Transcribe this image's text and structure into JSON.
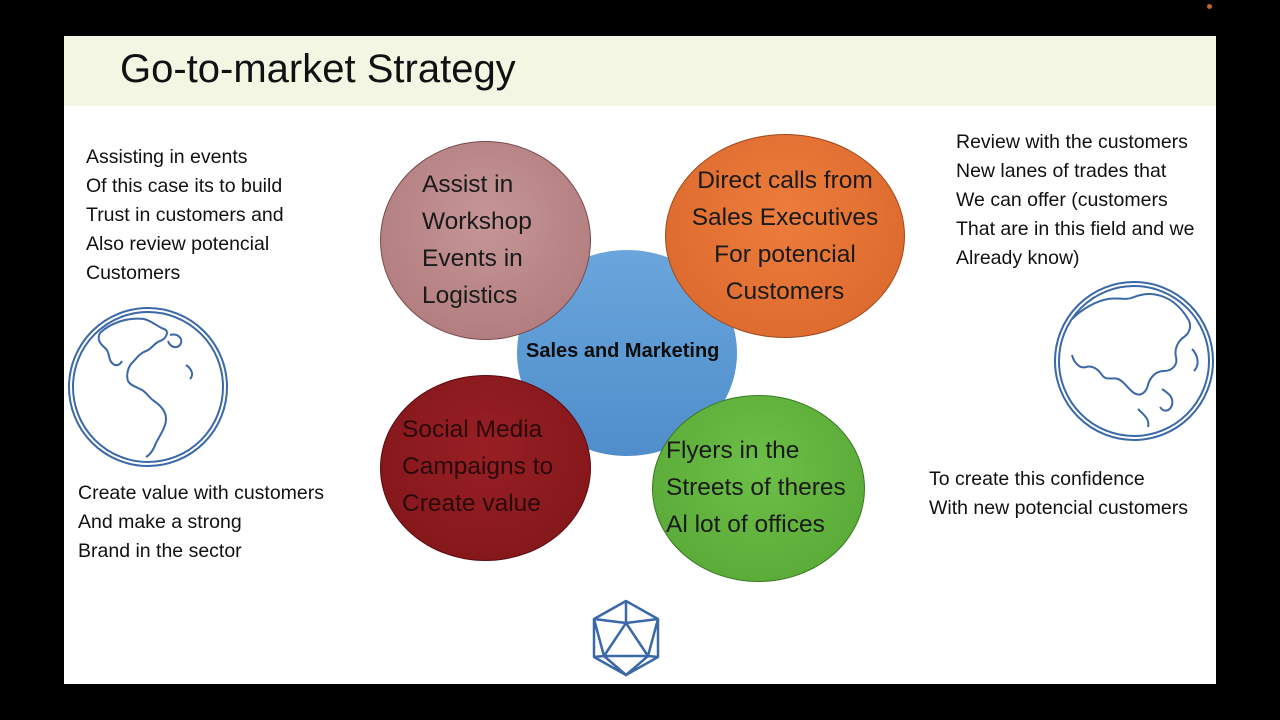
{
  "slide": {
    "title": "Go-to-market Strategy"
  },
  "diagram": {
    "center": {
      "label": "Sales and Marketing",
      "color": "#5b9bd5"
    },
    "nodes": [
      {
        "id": "workshop",
        "color": "#b88486",
        "lines": [
          "Assist in",
          "Workshop",
          "Events in",
          "Logistics"
        ]
      },
      {
        "id": "direct-calls",
        "color": "#e07030",
        "lines": [
          "Direct calls from",
          "Sales Executives",
          "For potencial",
          "Customers"
        ]
      },
      {
        "id": "social-media",
        "color": "#8c1a1e",
        "lines": [
          "Social Media",
          "Campaigns to",
          "Create value"
        ]
      },
      {
        "id": "flyers",
        "color": "#5fb13c",
        "lines": [
          "Flyers in the",
          "Streets of theres",
          "Al lot of offices"
        ]
      }
    ]
  },
  "notes": {
    "top_left": [
      "Assisting in events",
      "Of this case its to build",
      "Trust in customers and",
      "Also review potencial",
      "Customers"
    ],
    "bottom_left": [
      "Create value with customers",
      "And make a strong",
      "Brand in the sector"
    ],
    "top_right": [
      "Review with the customers",
      "New lanes of trades that",
      "We can offer (customers",
      "That are in this field and we",
      "Already know)"
    ],
    "bottom_right": [
      "To create this confidence",
      "With new potencial customers"
    ]
  },
  "icons": {
    "left_globe": "globe-americas-icon",
    "right_globe": "globe-asia-icon",
    "bottom_logo": "icosahedron-icon",
    "outline_color": "#3a68a8"
  }
}
